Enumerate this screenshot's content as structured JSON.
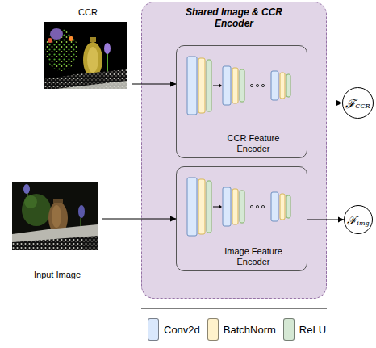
{
  "diagram": {
    "nodes": [
      {
        "text": [
          "CCR"
        ]
      },
      {
        "text": [
          "Shared Image & CCR Encoder"
        ]
      },
      {
        "text": [
          "CCR Feature Encoder"
        ],
        "in": 1
      },
      {
        "text": [
          "Image Feature Encoder"
        ],
        "in": 1
      },
      {
        "text": [
          "Input Image"
        ]
      },
      {
        "text": [
          "ℱ",
          "CCR"
        ]
      },
      {
        "text": [
          "ℱ",
          "img"
        ]
      }
    ],
    "edges": [
      {
        "from": 0,
        "to": 2,
        "arrow": "to"
      },
      {
        "from": 4,
        "to": 3,
        "arrow": "to"
      },
      {
        "from": 2,
        "to": 5,
        "arrow": "to"
      },
      {
        "from": 3,
        "to": 6,
        "arrow": "to"
      }
    ],
    "legend": [
      {
        "text": "Conv2d",
        "color": "#dae8fc"
      },
      {
        "text": "BatchNorm",
        "color": "#fff2cc"
      },
      {
        "text": "ReLU",
        "color": "#d5e8d4"
      }
    ]
  }
}
